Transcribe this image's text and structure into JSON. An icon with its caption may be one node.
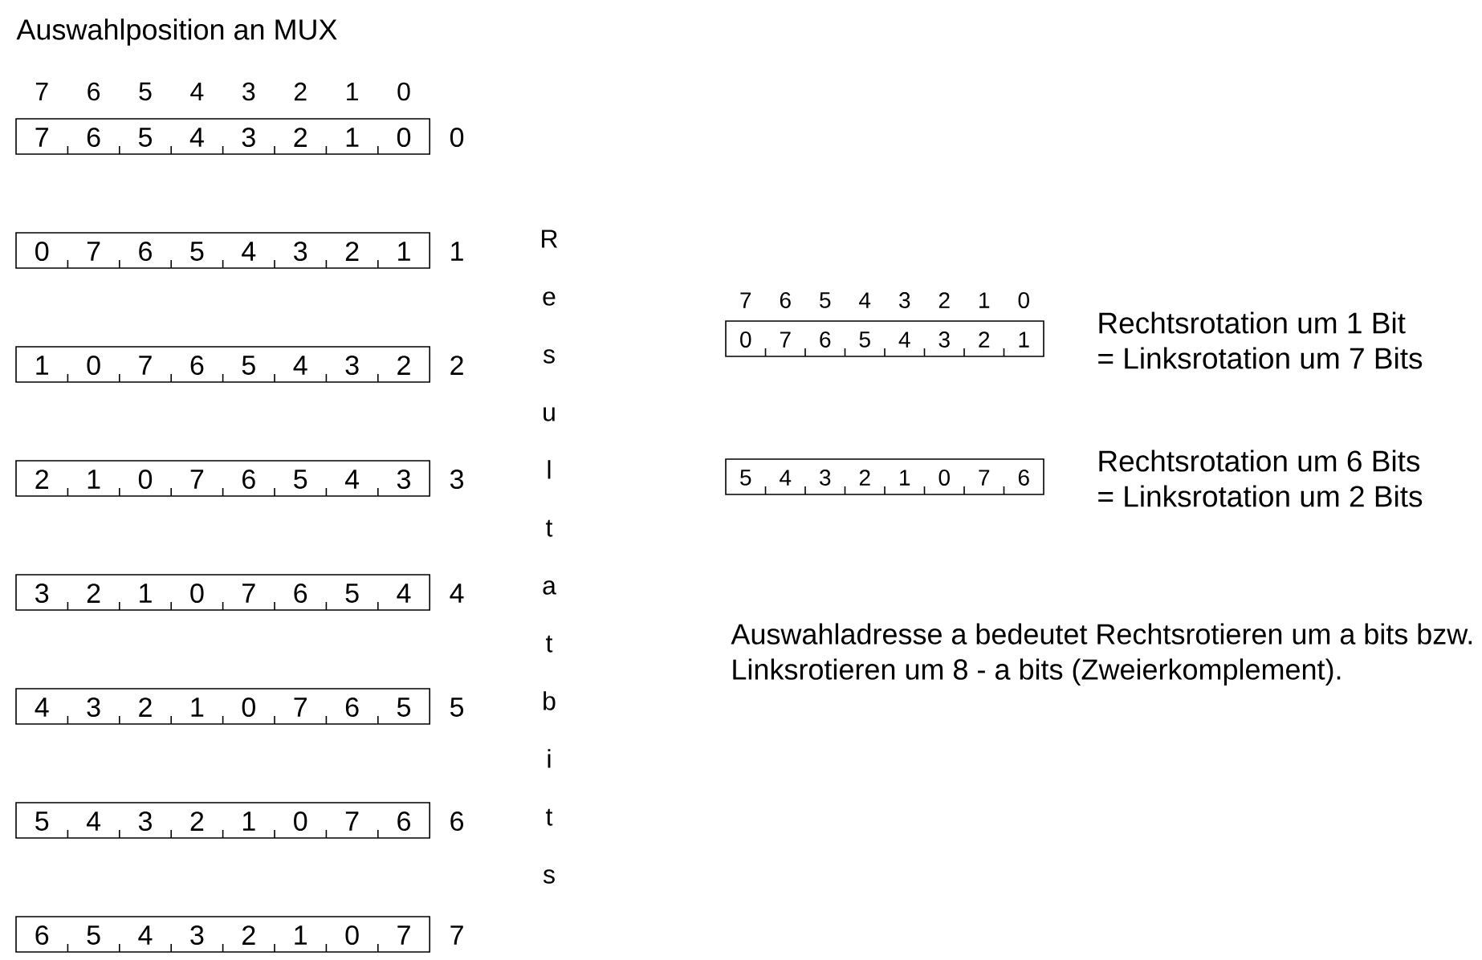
{
  "diagram": {
    "title": "Auswahlposition an MUX",
    "nodes": [
      {
        "text": [
          "7",
          "6",
          "5",
          "4",
          "3",
          "2",
          "1",
          "0"
        ],
        "beside": [
          "0"
        ]
      },
      {
        "text": [
          "0",
          "7",
          "6",
          "5",
          "4",
          "3",
          "2",
          "1"
        ],
        "beside": [
          "1"
        ]
      },
      {
        "text": [
          "1",
          "0",
          "7",
          "6",
          "5",
          "4",
          "3",
          "2"
        ],
        "beside": [
          "2"
        ]
      },
      {
        "text": [
          "2",
          "1",
          "0",
          "7",
          "6",
          "5",
          "4",
          "3"
        ],
        "beside": [
          "3"
        ]
      },
      {
        "text": [
          "3",
          "2",
          "1",
          "0",
          "7",
          "6",
          "5",
          "4"
        ],
        "beside": [
          "4"
        ]
      },
      {
        "text": [
          "4",
          "3",
          "2",
          "1",
          "0",
          "7",
          "6",
          "5"
        ],
        "beside": [
          "5"
        ]
      },
      {
        "text": [
          "5",
          "4",
          "3",
          "2",
          "1",
          "0",
          "7",
          "6"
        ],
        "beside": [
          "6"
        ]
      },
      {
        "text": [
          "6",
          "5",
          "4",
          "3",
          "2",
          "1",
          "0",
          "7"
        ],
        "beside": [
          "7"
        ]
      },
      {
        "text": [
          "0",
          "7",
          "6",
          "5",
          "4",
          "3",
          "2",
          "1"
        ],
        "beside": [
          "Rechtsrotation um 1 Bit",
          "= Linksrotation um 7 Bits"
        ]
      },
      {
        "text": [
          "5",
          "4",
          "3",
          "2",
          "1",
          "0",
          "7",
          "6"
        ],
        "beside": [
          "Rechtsrotation um 6 Bits",
          "= Linksrotation um 2 Bits"
        ]
      }
    ],
    "labels": [
      "7",
      "6",
      "5",
      "4",
      "3",
      "2",
      "1",
      "0",
      "Resultatbits",
      "7",
      "6",
      "5",
      "4",
      "3",
      "2",
      "1",
      "0",
      "Auswahladresse a bedeutet Rechtsrotieren um a bits bzw. Linksrotieren um 8 - a bits (Zweierkomplement)."
    ]
  }
}
